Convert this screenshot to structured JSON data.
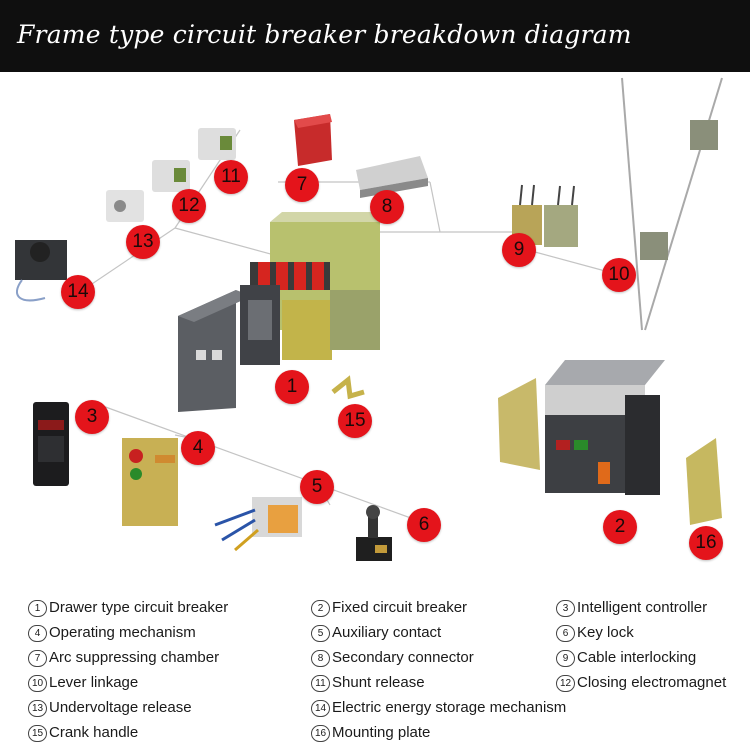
{
  "title": "Frame type circuit breaker breakdown diagram",
  "colors": {
    "header_bg": "#0f0f0f",
    "badge_red": "#e4141b",
    "leader_line": "#bdbdbd"
  },
  "badges": [
    "1",
    "2",
    "3",
    "4",
    "5",
    "6",
    "7",
    "8",
    "9",
    "10",
    "11",
    "12",
    "13",
    "14",
    "15",
    "16"
  ],
  "legend": [
    {
      "num": "1",
      "label": "Drawer type circuit breaker"
    },
    {
      "num": "2",
      "label": "Fixed circuit breaker"
    },
    {
      "num": "3",
      "label": "Intelligent controller"
    },
    {
      "num": "4",
      "label": "Operating mechanism"
    },
    {
      "num": "5",
      "label": "Auxiliary contact"
    },
    {
      "num": "6",
      "label": "Key lock"
    },
    {
      "num": "7",
      "label": "Arc suppressing chamber"
    },
    {
      "num": "8",
      "label": "Secondary connector"
    },
    {
      "num": "9",
      "label": "Cable interlocking"
    },
    {
      "num": "10",
      "label": "Lever linkage"
    },
    {
      "num": "11",
      "label": "Shunt release"
    },
    {
      "num": "12",
      "label": "Closing electromagnet"
    },
    {
      "num": "13",
      "label": "Undervoltage release"
    },
    {
      "num": "14",
      "label": "Electric energy storage mechanism"
    },
    {
      "num": "15",
      "label": "Crank handle"
    },
    {
      "num": "16",
      "label": "Mounting plate"
    }
  ]
}
